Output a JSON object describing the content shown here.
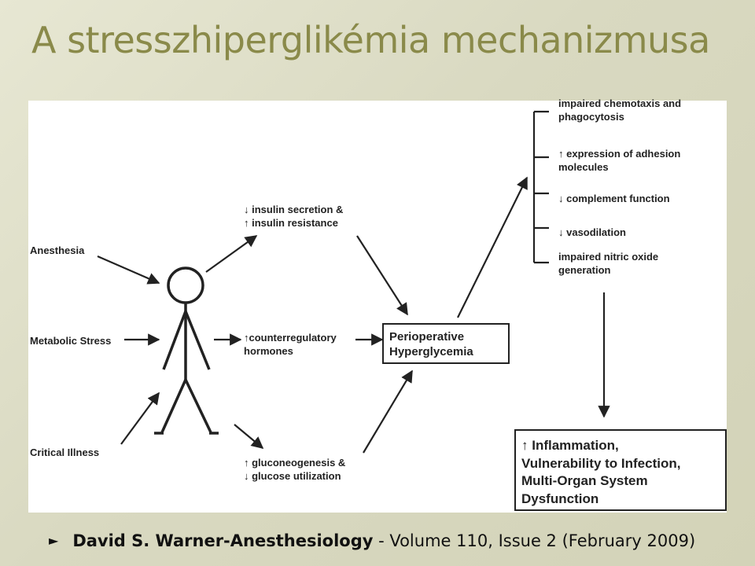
{
  "slide": {
    "title": "A stresszhiperglikémia mechanizmusa"
  },
  "diagram": {
    "inputs": {
      "anesthesia": "Anesthesia",
      "metabolic_stress": "Metabolic Stress",
      "critical_illness": "Critical Illness"
    },
    "mechanisms": {
      "insulin": [
        "↓ insulin secretion &",
        "↑ insulin resistance"
      ],
      "hormones": [
        "↑counterregulatory",
        "hormones"
      ],
      "glucose": [
        "↑ gluconeogenesis &",
        "↓ glucose utilization"
      ]
    },
    "center": [
      "Perioperative",
      "Hyperglycemia"
    ],
    "effects": {
      "e1": [
        "impaired chemotaxis and",
        "phagocytosis"
      ],
      "e2": [
        "↑ expression of adhesion",
        "molecules"
      ],
      "e3": [
        "↓ complement function"
      ],
      "e4": [
        "↓ vasodilation"
      ],
      "e5": [
        "impaired nitric oxide",
        "generation"
      ]
    },
    "outcome": [
      "↑ Inflammation,",
      "Vulnerability to Infection,",
      "Multi-Organ System",
      "Dysfunction"
    ]
  },
  "citation": {
    "bullet": "►",
    "author": "David S. Warner-Anesthesiology",
    "rest": " - Volume 110, Issue 2 (February 2009)"
  }
}
